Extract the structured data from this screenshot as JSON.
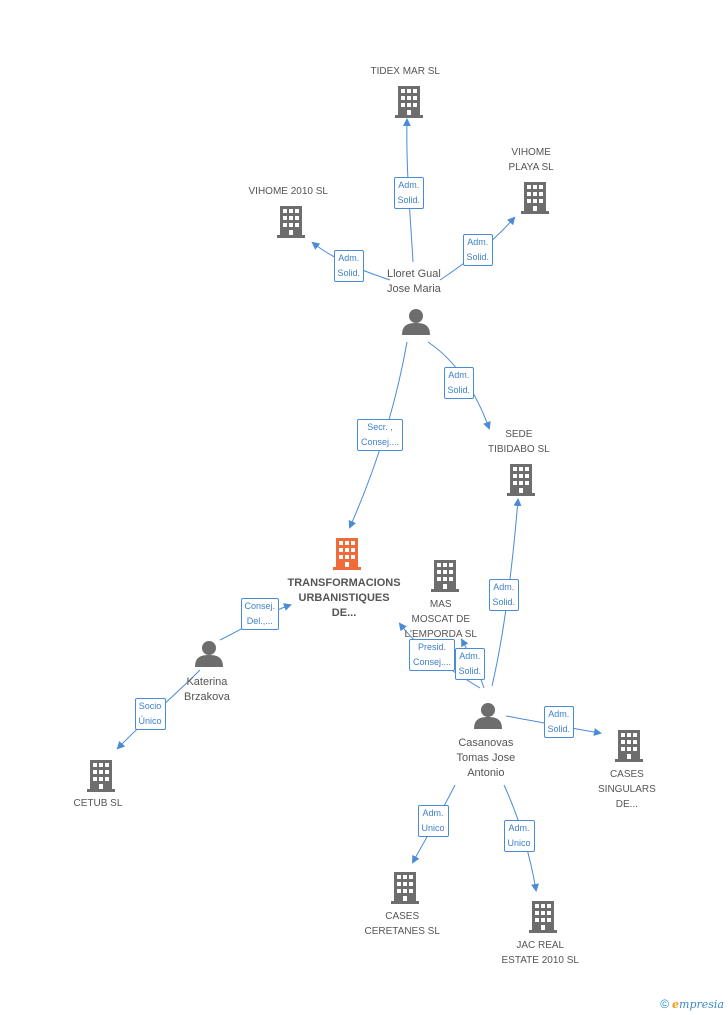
{
  "colors": {
    "edge": "#4a8bd6",
    "building": "#6d6d6d",
    "building_main": "#f06a3a",
    "person": "#6d6d6d"
  },
  "nodes": [
    {
      "id": "tidex",
      "type": "company",
      "label": "TIDEX MAR  SL"
    },
    {
      "id": "vihome_playa",
      "type": "company",
      "label": "VIHOME\nPLAYA  SL"
    },
    {
      "id": "vihome2010",
      "type": "company",
      "label": "VIHOME 2010 SL"
    },
    {
      "id": "lloret",
      "type": "person",
      "label": "Lloret Gual\nJose Maria"
    },
    {
      "id": "sede",
      "type": "company",
      "label": "SEDE\nTIBIDABO SL"
    },
    {
      "id": "transf",
      "type": "main",
      "label": "TRANSFORMACIONS\nURBANISTIQUES\nDE..."
    },
    {
      "id": "mas",
      "type": "company",
      "label": "MAS\nMOSCAT DE\nL'EMPORDA  SL"
    },
    {
      "id": "katerina",
      "type": "person",
      "label": "Katerina\nBrzakova"
    },
    {
      "id": "cetub",
      "type": "company",
      "label": "CETUB SL"
    },
    {
      "id": "casanovas",
      "type": "person",
      "label": "Casanovas\nTomas Jose\nAntonio"
    },
    {
      "id": "cases_sing",
      "type": "company",
      "label": "CASES\nSINGULARS\nDE..."
    },
    {
      "id": "cases_cer",
      "type": "company",
      "label": "CASES\nCERETANES SL"
    },
    {
      "id": "jac",
      "type": "company",
      "label": "JAC REAL\nESTATE 2010 SL"
    }
  ],
  "edges": [
    {
      "from": "lloret",
      "to": "tidex",
      "label": "Adm.\nSolid."
    },
    {
      "from": "lloret",
      "to": "vihome2010",
      "label": "Adm.\nSolid."
    },
    {
      "from": "lloret",
      "to": "vihome_playa",
      "label": "Adm.\nSolid."
    },
    {
      "from": "lloret",
      "to": "sede",
      "label": "Adm.\nSolid."
    },
    {
      "from": "lloret",
      "to": "transf",
      "label": "Secr. ,\nConsej...."
    },
    {
      "from": "katerina",
      "to": "transf",
      "label": "Consej.\nDel.,..."
    },
    {
      "from": "katerina",
      "to": "cetub",
      "label": "Socio\nÚnico"
    },
    {
      "from": "casanovas",
      "to": "sede",
      "label": "Adm.\nSolid."
    },
    {
      "from": "casanovas",
      "to": "transf",
      "label": "Presid.\nConsej...."
    },
    {
      "from": "casanovas",
      "to": "mas",
      "label": "Adm.\nSolid."
    },
    {
      "from": "casanovas",
      "to": "cases_sing",
      "label": "Adm.\nSolid."
    },
    {
      "from": "casanovas",
      "to": "cases_cer",
      "label": "Adm.\nUnico"
    },
    {
      "from": "casanovas",
      "to": "jac",
      "label": "Adm.\nUnico"
    }
  ],
  "footer": {
    "copyright": "©",
    "brand_initial": "e",
    "brand_rest": "mpresia"
  }
}
